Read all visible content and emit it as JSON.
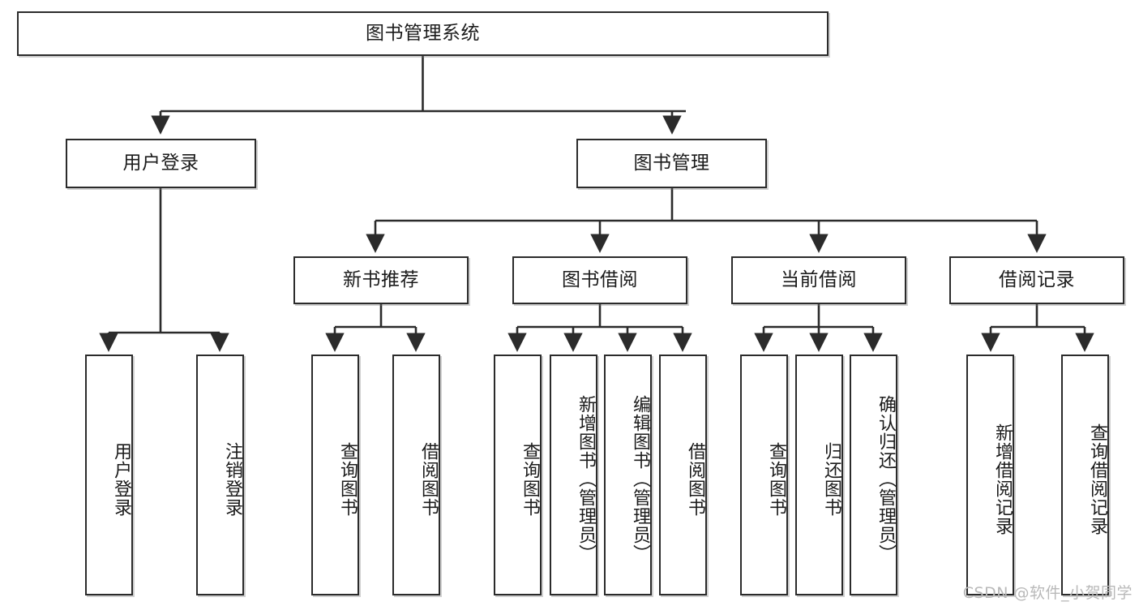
{
  "diagram": {
    "title": "图书管理系统",
    "type": "tree",
    "watermark": "CSDN @软件_小贺同学",
    "colors": {
      "box_border": "#2b2b2b",
      "box_fill": "#ffffff",
      "edge": "#2b2b2b",
      "text": "#1b1b1b",
      "watermark": "#b9b9b9"
    },
    "root": {
      "label": "图书管理系统"
    },
    "level2": [
      {
        "label": "用户登录"
      },
      {
        "label": "图书管理"
      }
    ],
    "level3": [
      {
        "label": "新书推荐"
      },
      {
        "label": "图书借阅"
      },
      {
        "label": "当前借阅"
      },
      {
        "label": "借阅记录"
      }
    ],
    "leaves": {
      "user_login": [
        {
          "label": "用户登录"
        },
        {
          "label": "注销登录"
        }
      ],
      "new_books": [
        {
          "label": "查询图书"
        },
        {
          "label": "借阅图书"
        }
      ],
      "book_borrow": [
        {
          "label": "查询图书"
        },
        {
          "label": "新增图书（管理员）"
        },
        {
          "label": "编辑图书（管理员）"
        },
        {
          "label": "借阅图书"
        }
      ],
      "current_borrow": [
        {
          "label": "查询图书"
        },
        {
          "label": "归还图书"
        },
        {
          "label": "确认归还（管理员）"
        }
      ],
      "borrow_record": [
        {
          "label": "新增借阅记录"
        },
        {
          "label": "查询借阅记录"
        }
      ]
    }
  }
}
